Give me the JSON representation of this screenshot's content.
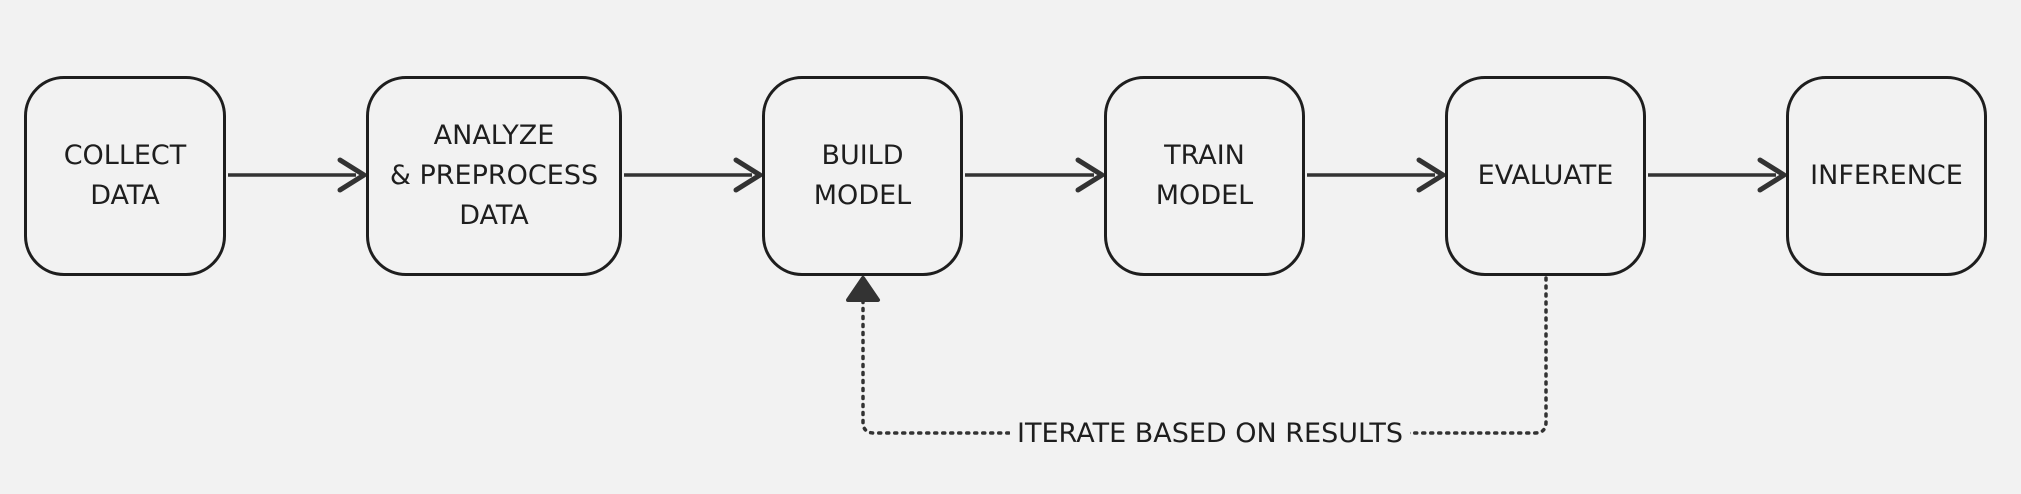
{
  "steps": [
    {
      "label": "COLLECT\nDATA"
    },
    {
      "label": "ANALYZE\n& PREPROCESS\nDATA"
    },
    {
      "label": "BUILD\nMODEL"
    },
    {
      "label": "TRAIN\nMODEL"
    },
    {
      "label": "EVALUATE"
    },
    {
      "label": "INFERENCE"
    }
  ],
  "feedback_loop": {
    "label": "ITERATE BASED ON RESULTS"
  },
  "colors": {
    "background": "#f2f2f2",
    "stroke": "#1e1e1e",
    "arrow": "#333333"
  }
}
